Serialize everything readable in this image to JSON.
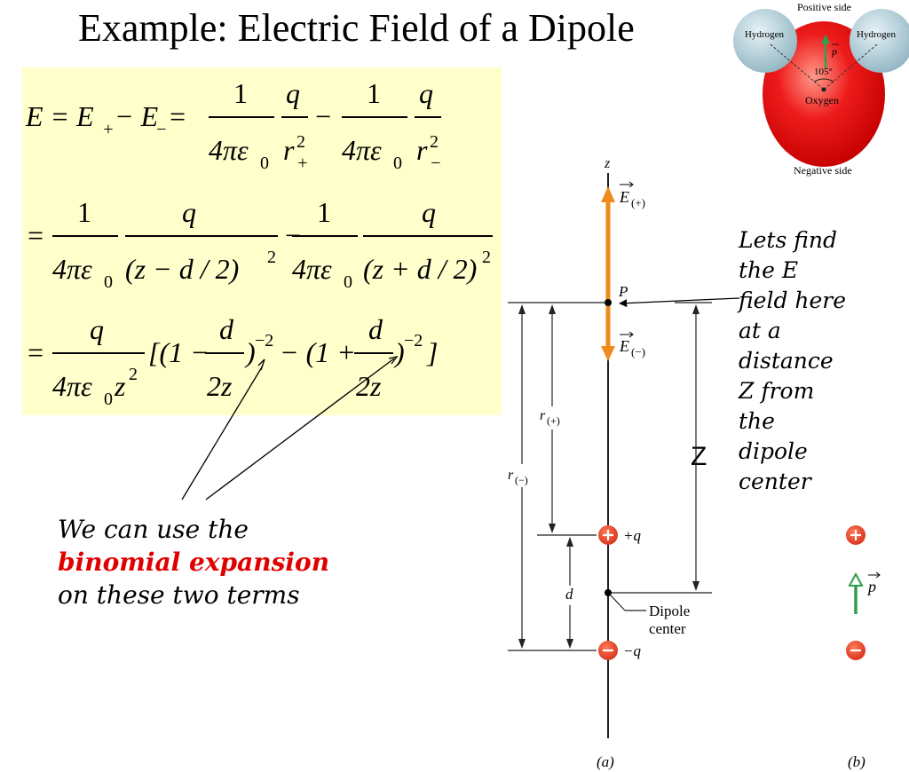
{
  "slide": {
    "title": "Example: Electric Field of a Dipole"
  },
  "equations": {
    "line1": {
      "lhs": "E = E",
      "sub_plus": "+",
      "minus_e": " − E",
      "sub_minus": "−",
      "eq": " =",
      "one": "1",
      "denom_const": "4πε",
      "eps_sub": "0",
      "q": "q",
      "r": "r",
      "r_sup": "2",
      "minus": "−"
    },
    "line2": {
      "eq": "=",
      "den_a": "(z − d / 2)",
      "den_b": "(z + d / 2)",
      "sq": "2"
    },
    "line3": {
      "eq": "=",
      "den": "4πε",
      "z2": "z",
      "bracket_open": "[(1 −",
      "d": "d",
      "two_z": "2z",
      "close_a": ")",
      "neg2": "−2",
      "mid": " − (1 +",
      "close_b": ")",
      "bracket_close": "]"
    }
  },
  "annotations": {
    "binomial_note": {
      "line1": "We can use the",
      "line2": "binomial expansion",
      "line3": "on these two terms"
    },
    "field_note": [
      "Lets find",
      "the E",
      "field here",
      "at a",
      "distance",
      "Z from",
      "the",
      "dipole",
      "center"
    ],
    "z_distance_label": "Z"
  },
  "molecule": {
    "positive_side": "Positive side",
    "negative_side": "Negative side",
    "hydrogen_left": "Hydrogen",
    "hydrogen_right": "Hydrogen",
    "oxygen": "Oxygen",
    "angle": "105°",
    "p_label": "p"
  },
  "figure_a": {
    "axis_label": "z",
    "e_plus": "E",
    "e_plus_sub": "(+)",
    "e_minus": "E",
    "e_minus_sub": "(−)",
    "point_label": "P",
    "r_plus": "r",
    "r_plus_sub": "(+)",
    "r_minus": "r",
    "r_minus_sub": "(−)",
    "plus_q": "+q",
    "minus_q": "−q",
    "d_label": "d",
    "dipole_center_1": "Dipole",
    "dipole_center_2": "center",
    "caption": "(a)"
  },
  "figure_b": {
    "p_label": "p",
    "caption": "(b)"
  },
  "colors": {
    "field_arrow": "#f08a1c",
    "charge": "#e23a1c",
    "dipole_arrow": "#2f9e4e",
    "highlight": "#ffffcc",
    "emphasis": "#e00000"
  }
}
